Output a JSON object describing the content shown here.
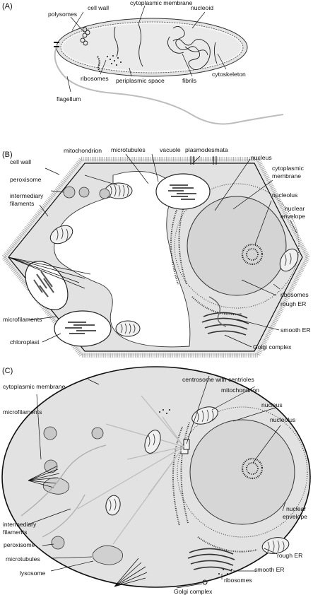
{
  "panels": [
    {
      "label": "(A)",
      "labels": {
        "cell_wall": "cell wall",
        "polysomes": "polysomes",
        "cytoplasmic_membrane": "cytoplasmic membrane",
        "nucleoid": "nucleoid",
        "ribosomes": "ribosomes",
        "periplasmic_space": "periplasmic space",
        "fibrils": "fibrils",
        "cytoskeleton": "cytoskeleton",
        "flagellum": "flagellum"
      }
    },
    {
      "label": "(B)",
      "labels": {
        "cell_wall": "cell wall",
        "mitochondrion": "mitochondrion",
        "microtubules": "microtubules",
        "vacuole": "vacuole",
        "plasmodesmata": "plasmodesmata",
        "nucleus": "nucleus",
        "cytoplasmic_membrane_1": "cytoplasmic",
        "cytoplasmic_membrane_2": "membrane",
        "peroxisome": "peroxisome",
        "nucleolus": "nucleolus",
        "intermediary_filaments_1": "intermediary",
        "intermediary_filaments_2": "filaments",
        "nuclear_envelope_1": "nuclear",
        "nuclear_envelope_2": "envelope",
        "ribosomes": "ribosomes",
        "rough_er": "rough ER",
        "microfilaments": "microfilaments",
        "smooth_er": "smooth ER",
        "chloroplast": "chloroplast",
        "golgi_complex": "Golgi complex"
      }
    },
    {
      "label": "(C)",
      "labels": {
        "cytoplasmic_membrane": "cytoplasmic membrane",
        "centrosome": "centrosome with centrioles",
        "mitochondrion": "mitochondrion",
        "microfilaments": "microfilaments",
        "nucleus": "nucleus",
        "nucleolus": "nucleolus",
        "nuclear_envelope_1": "nuclear",
        "nuclear_envelope_2": "envelope",
        "intermediary_filaments_1": "intermediary",
        "intermediary_filaments_2": "filaments",
        "peroxisome": "peroxisome",
        "rough_er": "rough ER",
        "microtubules": "microtubules",
        "smooth_er": "smooth ER",
        "lysosome": "lysosome",
        "ribosomes": "ribosomes",
        "golgi_complex": "Golgi complex"
      }
    }
  ]
}
